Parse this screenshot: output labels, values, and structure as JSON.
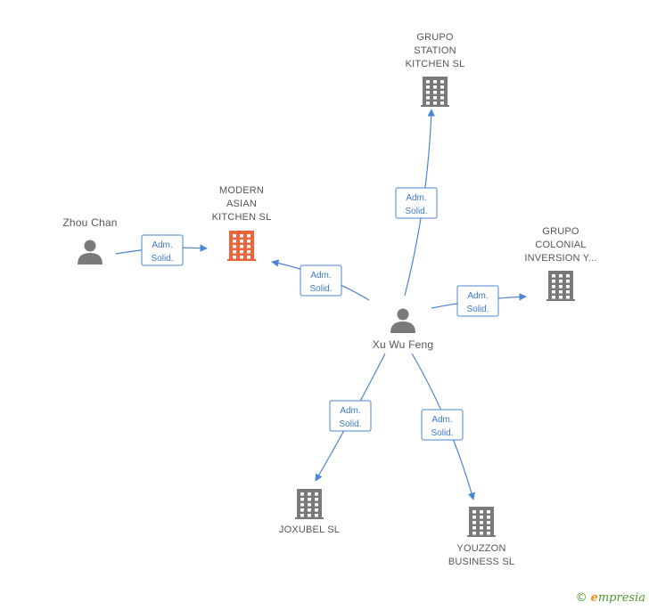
{
  "colors": {
    "edge": "#4a86d4",
    "company": "#7a7a7a",
    "highlight": "#f0643c",
    "person": "#7a7a7a"
  },
  "nodes": {
    "grupo_station": {
      "kind": "company",
      "lines": [
        "GRUPO",
        "STATION",
        "KITCHEN SL"
      ]
    },
    "modern_asian": {
      "kind": "company-highlight",
      "lines": [
        "MODERN",
        "ASIAN",
        "KITCHEN SL"
      ]
    },
    "grupo_colonial": {
      "kind": "company",
      "lines": [
        "GRUPO",
        "COLONIAL",
        "INVERSION Y..."
      ]
    },
    "zhou_chan": {
      "kind": "person",
      "lines": [
        "Zhou Chan"
      ]
    },
    "xu_wu_feng": {
      "kind": "person",
      "lines": [
        "Xu Wu Feng"
      ]
    },
    "joxubel": {
      "kind": "company",
      "lines": [
        "JOXUBEL SL"
      ]
    },
    "youzzon": {
      "kind": "company",
      "lines": [
        "YOUZZON",
        "BUSINESS SL"
      ]
    }
  },
  "edges": [
    {
      "from": "zhou_chan",
      "to": "modern_asian",
      "label": [
        "Adm.",
        "Solid."
      ]
    },
    {
      "from": "xu_wu_feng",
      "to": "modern_asian",
      "label": [
        "Adm.",
        "Solid."
      ]
    },
    {
      "from": "xu_wu_feng",
      "to": "grupo_station",
      "label": [
        "Adm.",
        "Solid."
      ]
    },
    {
      "from": "xu_wu_feng",
      "to": "grupo_colonial",
      "label": [
        "Adm.",
        "Solid."
      ]
    },
    {
      "from": "xu_wu_feng",
      "to": "joxubel",
      "label": [
        "Adm.",
        "Solid."
      ]
    },
    {
      "from": "xu_wu_feng",
      "to": "youzzon",
      "label": [
        "Adm.",
        "Solid."
      ]
    }
  ],
  "footer": {
    "copyright": "©",
    "brand_initial": "e",
    "brand_rest": "mpresia"
  }
}
